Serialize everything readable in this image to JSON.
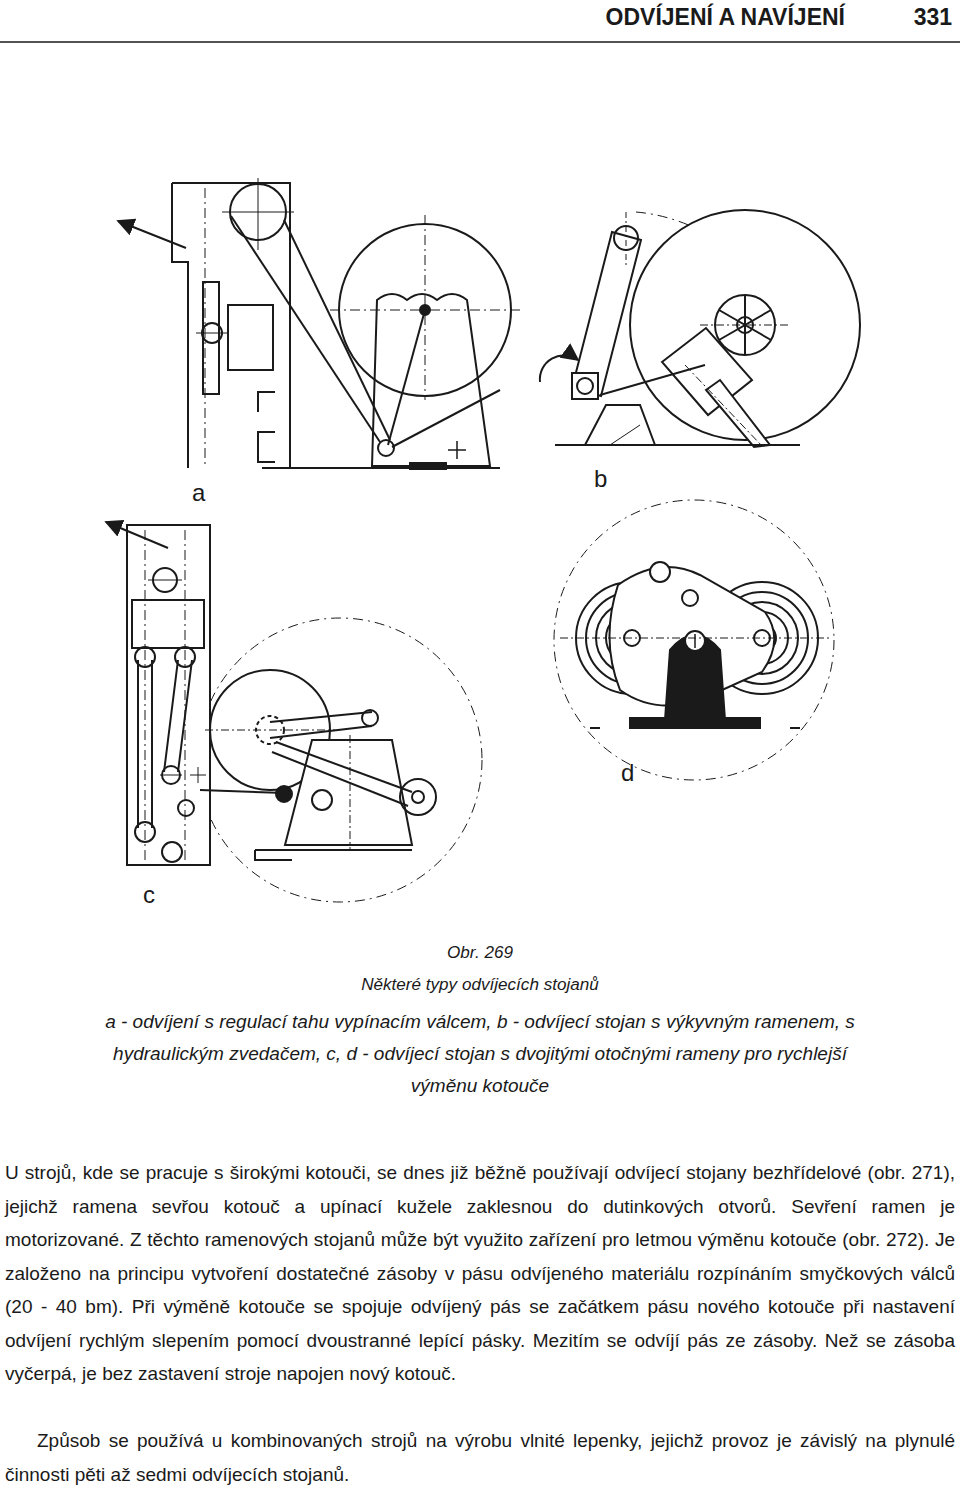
{
  "diagram": {
    "title": "ODVÍJENÍ A NAVÍJENÍ",
    "caption": "Obr. 269",
    "labels": [
      "331",
      "a",
      "b",
      "c",
      "d",
      "Některé typy odvíjecích stojanů",
      "a - odvíjení s regulací tahu vypínacím válcem, b - odvíjecí stojan s výkyvným ramenem, s hydraulickým zvedačem, c, d - odvíjecí stojan s dvojitými otočnými rameny pro rychlejší výměnu kotouče",
      "U strojů, kde se pracuje s širokými kotouči, se dnes již běžně používají odvíjecí stojany bezhřídelové (obr. 271), jejichž ramena sevřou kotouč a upínací kužele zaklesnou do dutinkových otvorů. Sevření ramen je motorizované. Z těchto ramenových stojanů může být využito zařízení pro letmou výměnu kotouče (obr. 272). Je založeno na principu vytvoření dostatečné zásoby v pásu odvíjeného materiálu rozpínáním smyčkových válců (20 - 40 bm). Při výměně kotouče se spojuje odvíjený pás se začátkem pásu nového kotouče při nastavení odvíjení rychlým slepením pomocí dvoustranné lepící pásky. Mezitím se odvíjí pás ze zásoby. Než se zásoba vyčerpá, je bez zastavení stroje napojen nový kotouč.",
      "Způsob se používá u kombinovaných strojů na výrobu vlnité lepenky, jejichž provoz je závislý na plynulé činnosti pěti až sedmi odvíjecích stojanů."
    ]
  }
}
